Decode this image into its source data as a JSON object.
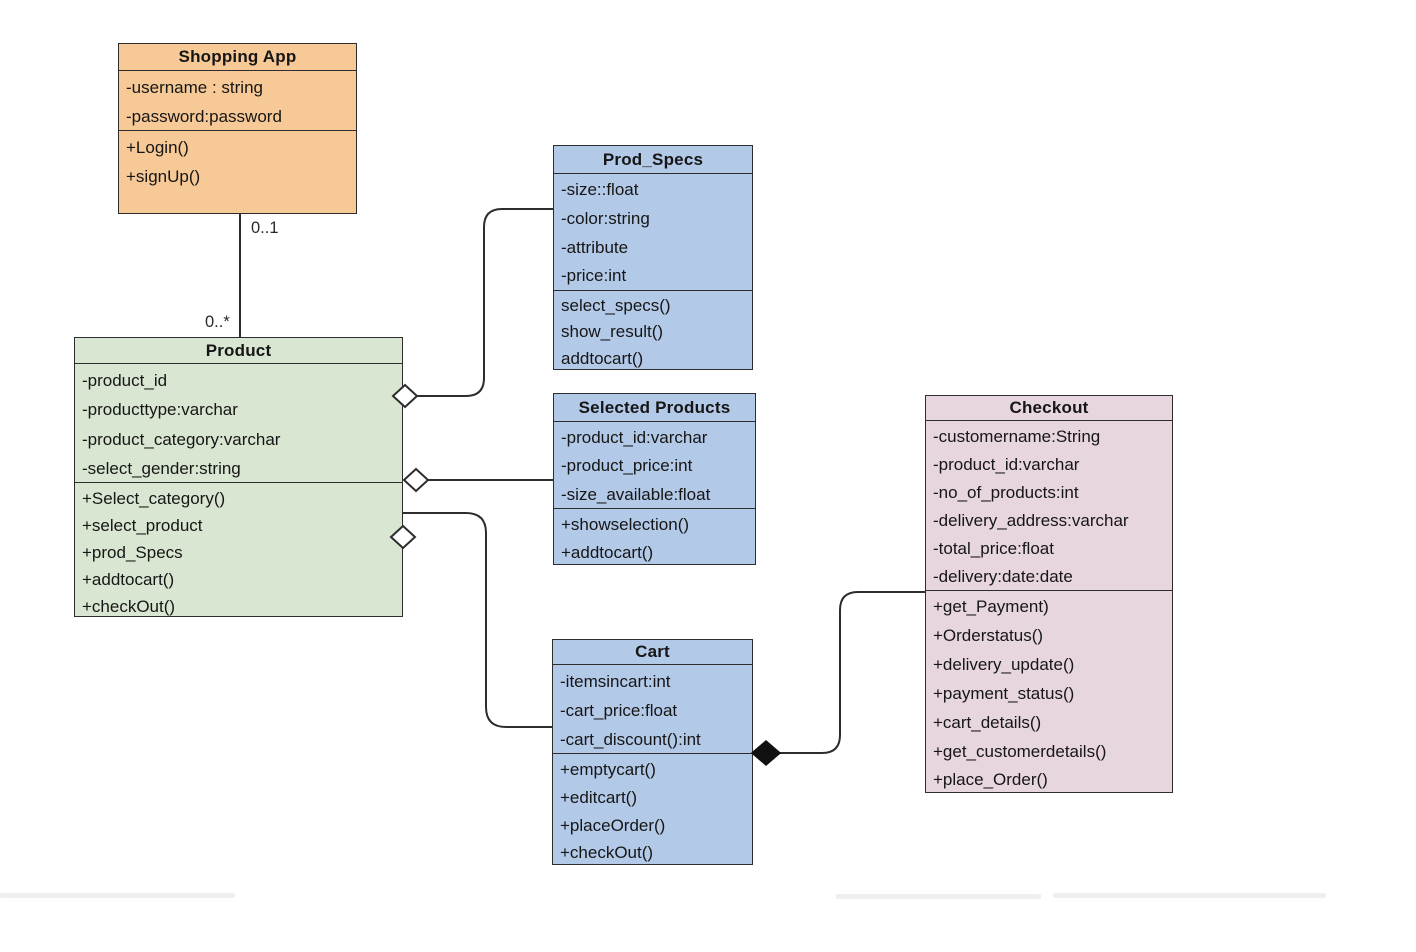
{
  "classes": {
    "shopping_app": {
      "name": "Shopping App",
      "fill": "#f7c996",
      "attributes": [
        "-username : string",
        "-password:password"
      ],
      "methods": [
        "+Login()",
        "+signUp()"
      ]
    },
    "product": {
      "name": "Product",
      "fill": "#d9e6d1",
      "attributes": [
        "-product_id",
        "-producttype:varchar",
        "-product_category:varchar",
        "-select_gender:string"
      ],
      "methods": [
        "+Select_category()",
        "+select_product",
        "+prod_Specs",
        "+addtocart()",
        "+checkOut()"
      ]
    },
    "prod_specs": {
      "name": "Prod_Specs",
      "fill": "#b3c9e8",
      "attributes": [
        "-size::float",
        "-color:string",
        "-attribute",
        "-price:int"
      ],
      "methods": [
        "select_specs()",
        "show_result()",
        "addtocart()"
      ]
    },
    "selected_products": {
      "name": "Selected Products",
      "fill": "#b3c9e8",
      "attributes": [
        "-product_id:varchar",
        "-product_price:int",
        "-size_available:float"
      ],
      "methods": [
        "+showselection()",
        "+addtocart()"
      ]
    },
    "cart": {
      "name": "Cart",
      "fill": "#b3c9e8",
      "attributes": [
        "-itemsincart:int",
        "-cart_price:float",
        "-cart_discount():int"
      ],
      "methods": [
        "+emptycart()",
        "+editcart()",
        "+placeOrder()",
        "+checkOut()"
      ]
    },
    "checkout": {
      "name": "Checkout",
      "fill": "#e7d5e0",
      "attributes": [
        "-customername:String",
        "-product_id:varchar",
        "-no_of_products:int",
        "-delivery_address:varchar",
        "-total_price:float",
        "-delivery:date:date"
      ],
      "methods": [
        "+get_Payment)",
        "+Orderstatus()",
        "+delivery_update()",
        "+payment_status()",
        "+cart_details()",
        "+get_customerdetails()",
        "+place_Order()"
      ]
    }
  },
  "relationships": {
    "app_to_product": {
      "kind": "association",
      "label_top": "0..1",
      "label_bottom": "0..*"
    },
    "product_to_prod_specs": {
      "kind": "aggregation"
    },
    "product_to_selected_products": {
      "kind": "aggregation"
    },
    "product_to_cart": {
      "kind": "aggregation"
    },
    "cart_to_checkout": {
      "kind": "composition"
    }
  },
  "colors": {
    "border": "#2d2d2d",
    "line": "#2d2d2d",
    "text": "#161616",
    "background": "#ffffff"
  }
}
